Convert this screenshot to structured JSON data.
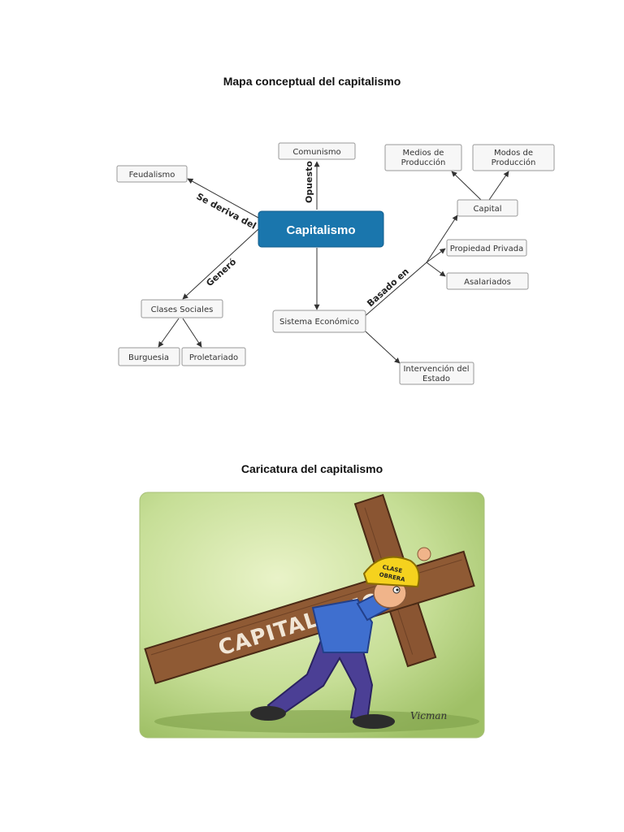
{
  "document": {
    "title_map": "Mapa conceptual del capitalismo",
    "title_cartoon": "Caricatura del capitalismo"
  },
  "map": {
    "central": "Capitalismo",
    "nodes": {
      "comunismo": "Comunismo",
      "feudalismo": "Feudalismo",
      "medios_1": "Medios de",
      "medios_2": "Producción",
      "modos_1": "Modos de",
      "modos_2": "Producción",
      "capital": "Capital",
      "propiedad": "Propiedad Privada",
      "asalariados": "Asalariados",
      "clases": "Clases Sociales",
      "burguesia": "Burguesia",
      "proletariado": "Proletariado",
      "sistema": "Sistema Económico",
      "intervencion_1": "Intervención del",
      "intervencion_2": "Estado"
    },
    "edges": {
      "opuesto": "Opuesto",
      "deriva": "Se deriva del",
      "genero": "Generó",
      "basado": "Basado en"
    }
  },
  "cartoon": {
    "beam_text": "CAPITALISMO",
    "helmet_1": "CLASE",
    "helmet_2": "OBRERA",
    "signature": "Vicman",
    "colors": {
      "background": "#b9d383",
      "wood": "#8a5532",
      "helmet": "#f5d21e",
      "shirt": "#3f6fcf",
      "pants": "#4b3f95"
    }
  }
}
